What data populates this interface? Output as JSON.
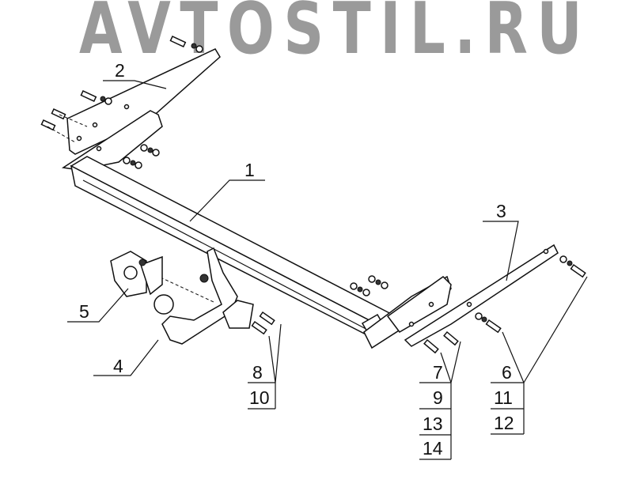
{
  "watermark": "AVTOSTIL.RU",
  "callouts": {
    "c1": "1",
    "c2": "2",
    "c3": "3",
    "c4": "4",
    "c5": "5",
    "c6": "6",
    "c7": "7",
    "c8": "8",
    "c9": "9",
    "c10": "10",
    "c11": "11",
    "c12": "12",
    "c13": "13",
    "c14": "14"
  }
}
